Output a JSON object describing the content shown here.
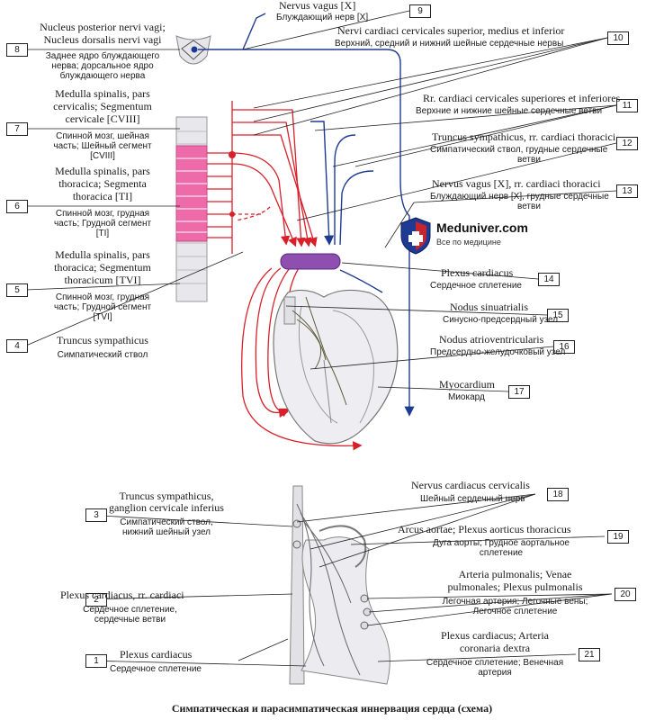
{
  "labels": {
    "l8_la": "Nucleus posterior nervi vagi;",
    "l8_la2": "Nucleus dorsalis nervi vagi",
    "l8_ru": "Заднее ядро блуждающего",
    "l8_ru2": "нерва; дорсальное ядро",
    "l8_ru3": "блуждающего нерва",
    "l7_la": "Medulla spinalis, pars",
    "l7_la2": "cervicalis; Segmentum",
    "l7_la3": "cervicale [CVIII]",
    "l7_ru": "Спинной мозг, шейная",
    "l7_ru2": "часть; Шейный сегмент",
    "l7_ru3": "[CVIII]",
    "l6_la": "Medulla spinalis, pars",
    "l6_la2": "thoracica; Segmenta",
    "l6_la3": "thoracica [TI]",
    "l6_ru": "Спинной мозг, грудная",
    "l6_ru2": "часть; Грудной сегмент",
    "l6_ru3": "[TI]",
    "l5_la": "Medulla spinalis, pars",
    "l5_la2": "thoracica; Segmentum",
    "l5_la3": "thoracicum [TVI]",
    "l5_ru": "Спинной мозг, грудная",
    "l5_ru2": "часть; Грудной сегмент",
    "l5_ru3": "[TVI]",
    "l4_la": "Truncus sympathicus",
    "l4_ru": "Симпатический ствол",
    "l9_la": "Nervus vagus [X]",
    "l9_ru": "Блуждающий нерв [X]",
    "l10_la": "Nervi cardiaci cervicales superior, medius et inferior",
    "l10_ru": "Верхний, средний и нижний шейные сердечные нервы",
    "l11_la": "Rr. cardiaci cervicales superiores et inferiores",
    "l11_ru": "Верхние и нижние шейные сердечные ветви",
    "l12_la": "Truncus sympathicus, rr. cardiaci thoracici",
    "l12_ru": "Симпатический ствол, грудные сердечные",
    "l12_ru2": "ветви",
    "l13_la": "Nervus vagus [X], rr. cardiaci thoracici",
    "l13_ru": "Блуждающий нерв [X], грудные сердечные",
    "l13_ru2": "ветви",
    "l14_la": "Plexus cardiacus",
    "l14_ru": "Сердечное сплетение",
    "l15_la": "Nodus sinuatrialis",
    "l15_ru": "Синусно-предсердный узел",
    "l16_la": "Nodus atrioventricularis",
    "l16_ru": "Предсердно-желудочковый узел",
    "l17_la": "Myocardium",
    "l17_ru": "Миокард",
    "l3_la": "Truncus sympathicus,",
    "l3_la2": "ganglion cervicale inferius",
    "l3_ru": "Симпатический ствол,",
    "l3_ru2": "нижний шейный узел",
    "l2_la": "Plexus cardiacus, rr. cardiaci",
    "l2_ru": "Сердечное сплетение,",
    "l2_ru2": "сердечные ветви",
    "l1_la": "Plexus cardiacus",
    "l1_ru": "Сердечное сплетение",
    "l18_la": "Nervus cardiacus cervicalis",
    "l18_ru": "Шейный сердечный нерв",
    "l19_la": "Arcus aortae; Plexus aorticus thoracicus",
    "l19_ru": "Дуга аорты; Грудное аортальное",
    "l19_ru2": "сплетение",
    "l20_la": "Arteria pulmonalis; Venae",
    "l20_la2": "pulmonales; Plexus pulmonalis",
    "l20_ru": "Легочная артерия; Легочные вены;",
    "l20_ru2": "Легочное сплетение",
    "l21_la": "Plexus cardiacus; Arteria",
    "l21_la2": "coronaria dextra",
    "l21_ru": "Сердечное сплетение; Венечная",
    "l21_ru2": "артерия"
  },
  "numbers": {
    "n1": "1",
    "n2": "2",
    "n3": "3",
    "n4": "4",
    "n5": "5",
    "n6": "6",
    "n7": "7",
    "n8": "8",
    "n9": "9",
    "n10": "10",
    "n11": "11",
    "n12": "12",
    "n13": "13",
    "n14": "14",
    "n15": "15",
    "n16": "16",
    "n17": "17",
    "n18": "18",
    "n19": "19",
    "n20": "20",
    "n21": "21"
  },
  "logo": {
    "name": "Meduniver.com",
    "subtitle": "Все по медицине"
  },
  "caption": "Симпатическая и парасимпатическая иннервация сердца (схема)",
  "colors": {
    "sympathetic": "#d8202a",
    "parasympathetic": "#1f3a93",
    "spinal_segment": "#ef6aa8",
    "plexus": "#8e4fb0"
  }
}
